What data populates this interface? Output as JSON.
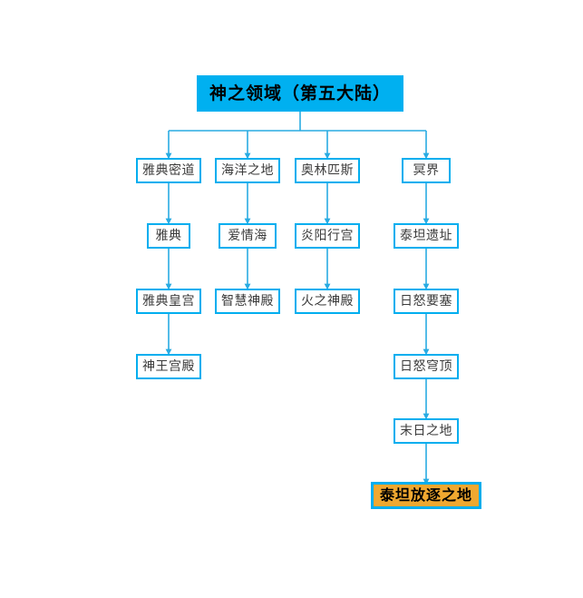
{
  "diagram": {
    "type": "flowchart-tree",
    "orientation": "top-down",
    "colors": {
      "root_fill": "#00B0F0",
      "node_border": "#00AEEF",
      "node_fill": "#FFFFFF",
      "node_text": "#3B3B3B",
      "highlight_fill": "#F0A830",
      "highlight_text": "#000000",
      "connector": "#29ABE2",
      "background": "#FFFFFF"
    },
    "root": {
      "label": "神之领域（第五大陆）"
    },
    "branches": [
      {
        "id": "branch-1",
        "chain": [
          {
            "label": "雅典密道"
          },
          {
            "label": "雅典"
          },
          {
            "label": "雅典皇宫"
          },
          {
            "label": "神王宫殿"
          }
        ]
      },
      {
        "id": "branch-2",
        "chain": [
          {
            "label": "海洋之地"
          },
          {
            "label": "爱情海"
          },
          {
            "label": "智慧神殿"
          }
        ]
      },
      {
        "id": "branch-3",
        "chain": [
          {
            "label": "奥林匹斯"
          },
          {
            "label": "炎阳行宫"
          },
          {
            "label": "火之神殿"
          }
        ]
      },
      {
        "id": "branch-4",
        "chain": [
          {
            "label": "冥界"
          },
          {
            "label": "泰坦遗址"
          },
          {
            "label": "日怒要塞"
          },
          {
            "label": "日怒穹顶"
          },
          {
            "label": "末日之地"
          },
          {
            "label": "泰坦放逐之地",
            "highlight": true
          }
        ]
      }
    ]
  }
}
